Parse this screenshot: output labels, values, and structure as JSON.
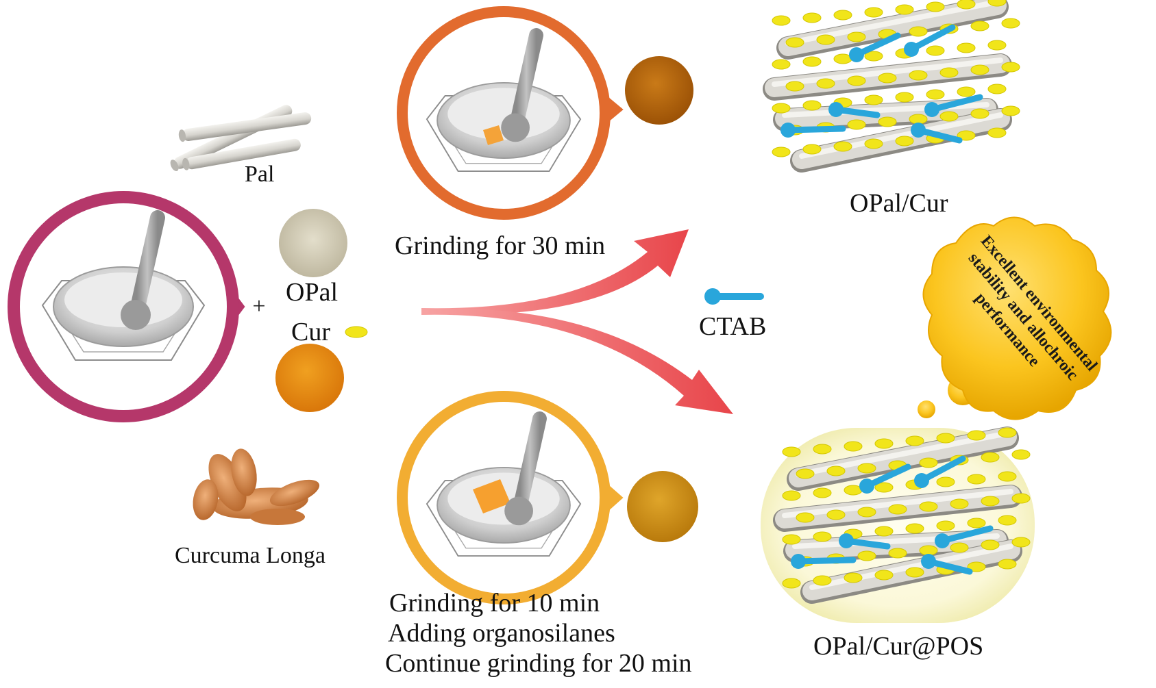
{
  "labels": {
    "pal": "Pal",
    "opal": "OPal",
    "cur": "Cur",
    "plus": "+",
    "curcuma": "Curcuma Longa",
    "grinding_top": "Grinding for 30 min",
    "grinding_bottom_1": "Grinding for 10 min",
    "grinding_bottom_2": "Adding organosilanes",
    "grinding_bottom_3": "Continue grinding for 20 min",
    "ctab": "CTAB",
    "product_top": "OPal/Cur",
    "product_bottom": "OPal/Cur@POS"
  },
  "bubble": {
    "line1": "Excellent environmental",
    "line2": "stability and allochroic",
    "line3": "performance"
  },
  "colors": {
    "ring_left": "#b5376a",
    "ring_top": "#e26b2e",
    "ring_bottom": "#f2ad32",
    "arrow_red": "#e8454a",
    "ctab_blue": "#29a6db",
    "cur_yellow": "#f1e51a",
    "rod_grey": "#d8d6d0",
    "bubble_yellow": "#fbc51f",
    "opal_powder": "#d3cdb8",
    "cur_powder": "#e58a14",
    "product_top_powder": "#b5650d",
    "product_bottom_powder": "#cd8f15",
    "turmeric": "#d98c3c"
  },
  "icons": [
    "mortar-pestle-icon",
    "nanorod-icon",
    "ctab-molecule-icon",
    "curcumin-particle-icon",
    "turmeric-root-icon",
    "thought-bubble-icon"
  ]
}
